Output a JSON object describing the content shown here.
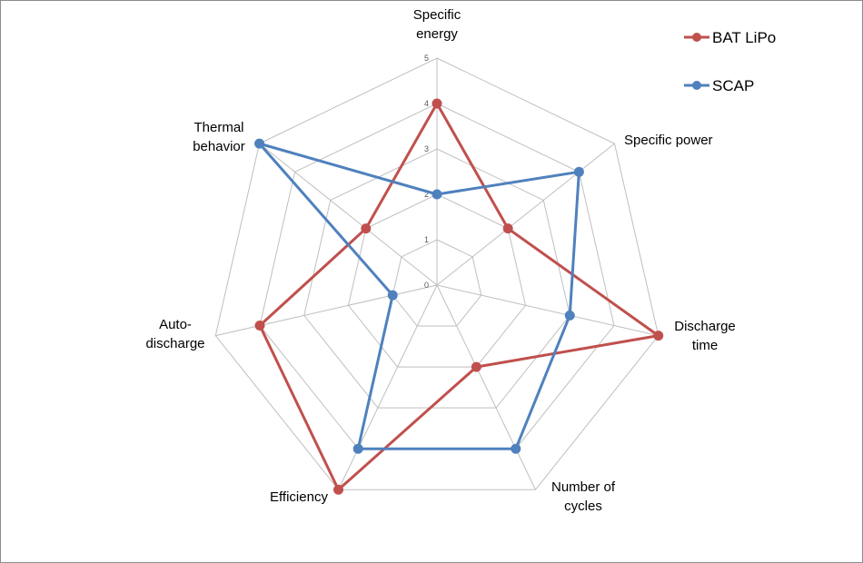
{
  "chart_data": {
    "type": "radar",
    "axes": [
      [
        "Specific",
        "energy"
      ],
      [
        "Specific power"
      ],
      [
        "Discharge",
        "time"
      ],
      [
        "Number of",
        "cycles"
      ],
      [
        "Efficiency"
      ],
      [
        "Auto-",
        "discharge"
      ],
      [
        "Thermal",
        "behavior"
      ]
    ],
    "rlim": [
      0,
      5
    ],
    "ticks": [
      "0",
      "1",
      "2",
      "3",
      "4",
      "5"
    ],
    "grid": true,
    "legend_position": "top-right",
    "series": [
      {
        "name": "BAT LiPo",
        "color": "#c0504d",
        "values": [
          4,
          2,
          5,
          2,
          5,
          4,
          2
        ]
      },
      {
        "name": "SCAP",
        "color": "#4f81bd",
        "values": [
          2,
          4,
          3,
          4,
          4,
          1,
          5
        ]
      }
    ]
  }
}
